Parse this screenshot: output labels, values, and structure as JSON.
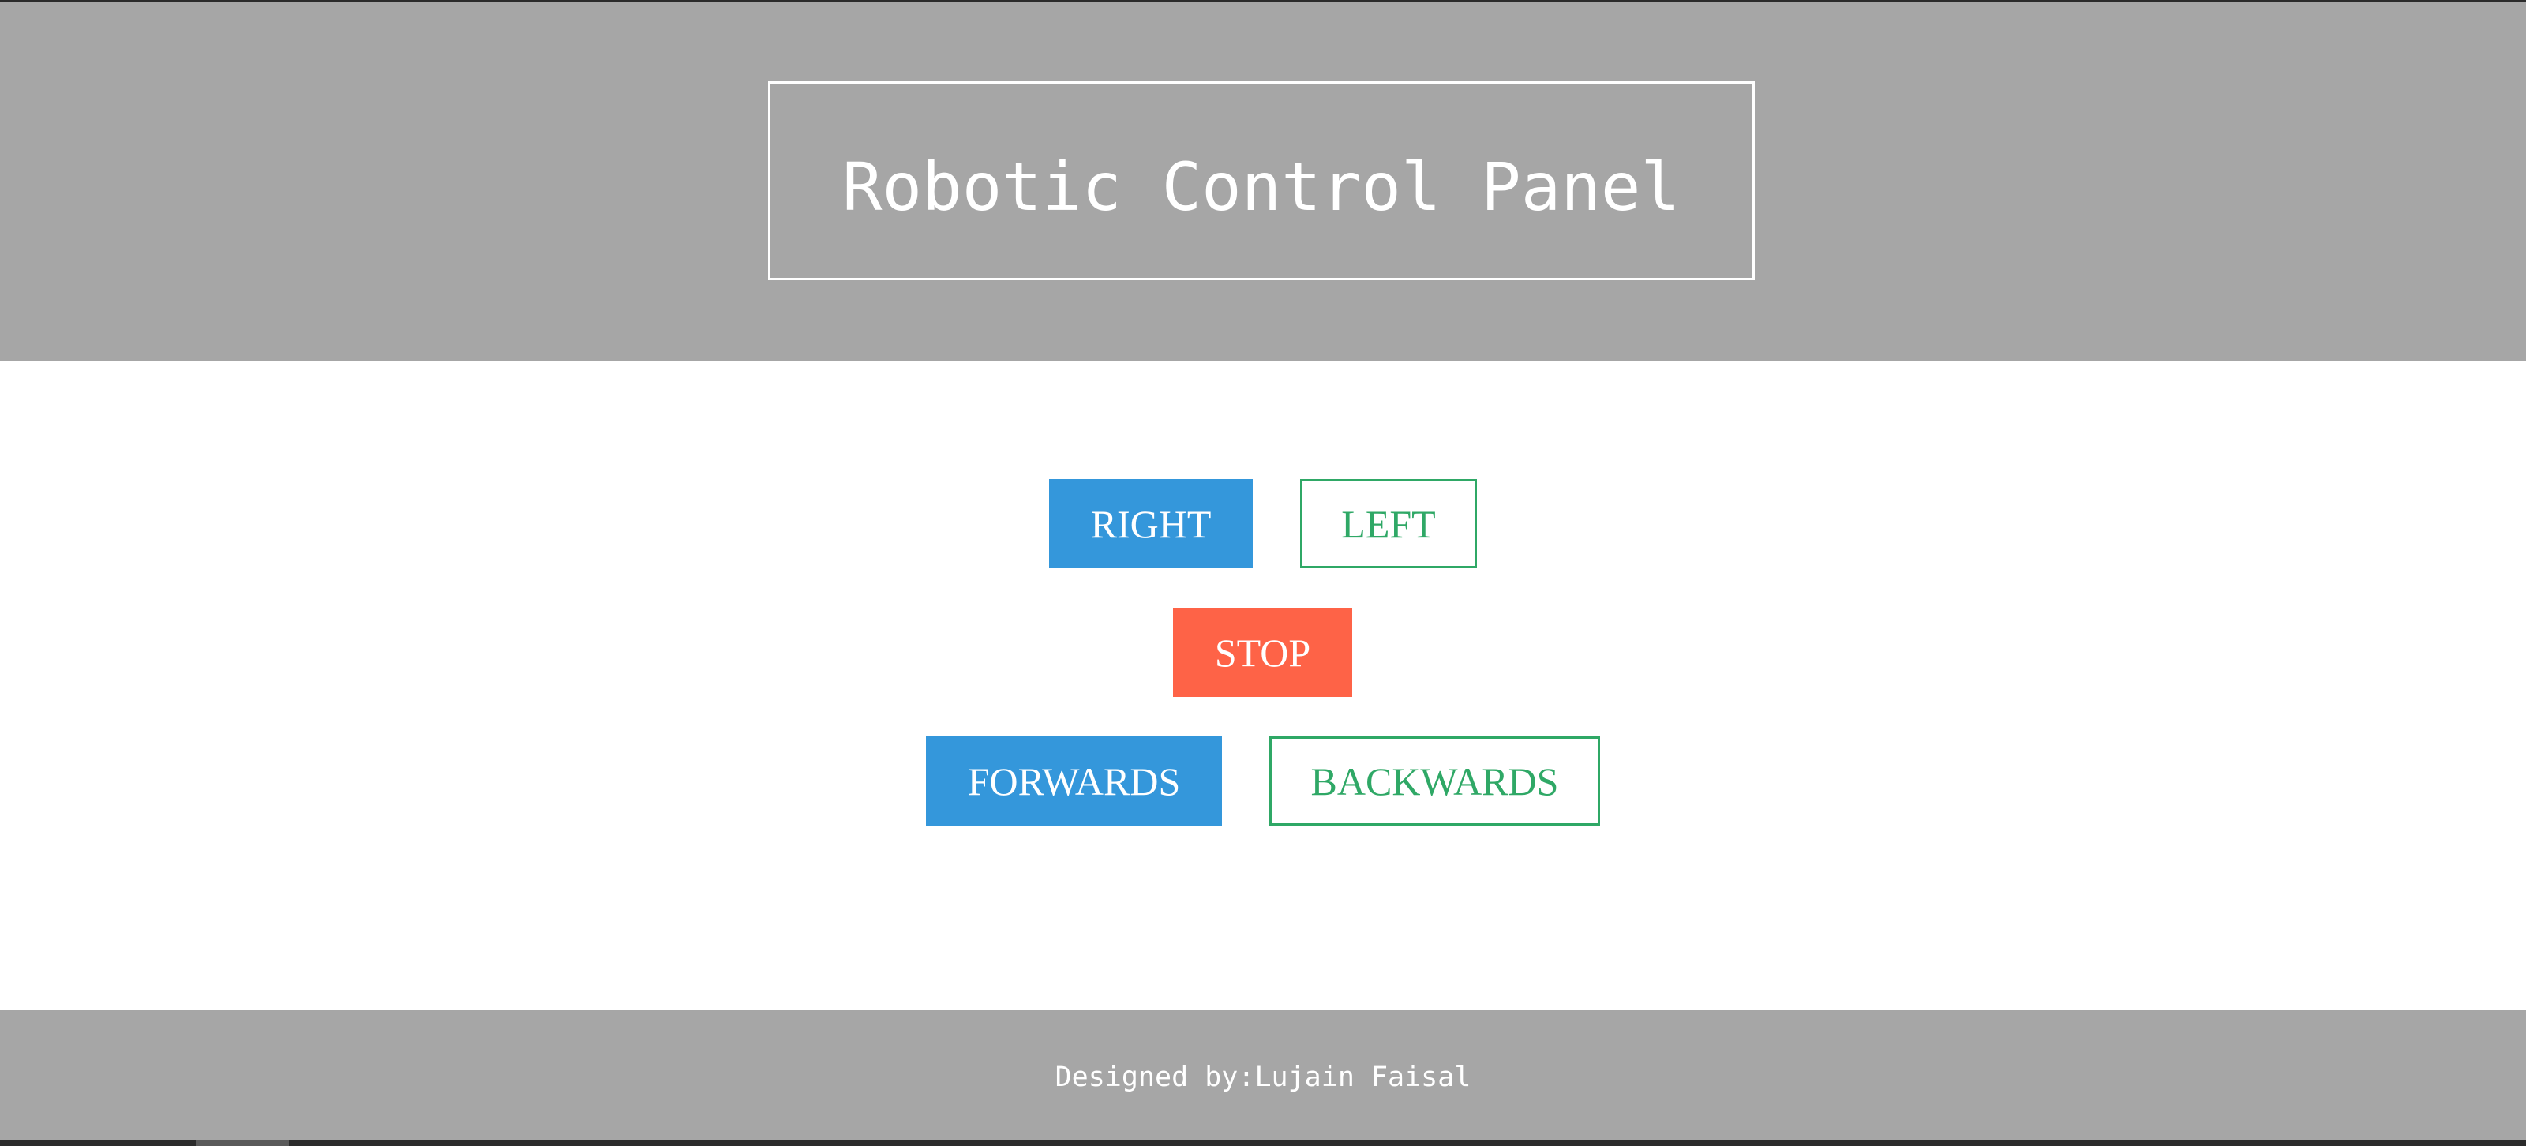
{
  "header": {
    "title": "Robotic Control Panel"
  },
  "controls": {
    "right_label": "RIGHT",
    "left_label": "LEFT",
    "stop_label": "STOP",
    "forwards_label": "FORWARDS",
    "backwards_label": "BACKWARDS"
  },
  "footer": {
    "credit": "Designed by:Lujain Faisal"
  },
  "colors": {
    "header_bg": "#a6a6a6",
    "primary_blue": "#3497db",
    "outline_green": "#2fa866",
    "stop_red": "#fe6347",
    "text_white": "#ffffff"
  }
}
